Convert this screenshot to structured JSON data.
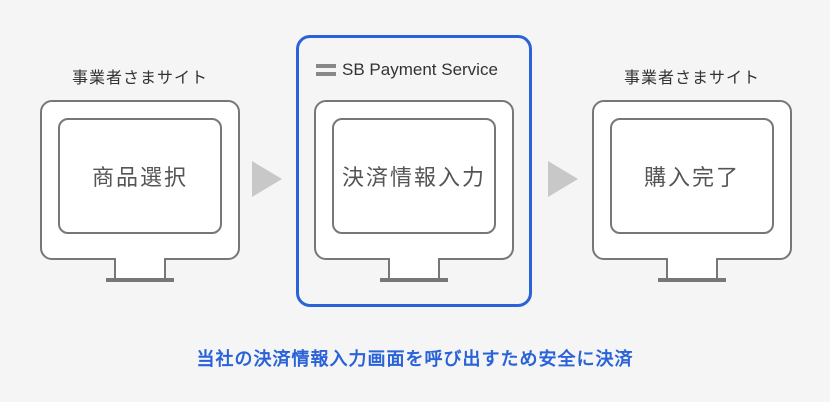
{
  "left": {
    "label": "事業者さまサイト",
    "screen": "商品選択"
  },
  "center": {
    "brand_prefix": "SB",
    "brand_name": "Payment Service",
    "screen": "決済情報入力"
  },
  "right": {
    "label": "事業者さまサイト",
    "screen": "購入完了"
  },
  "caption": "当社の決済情報入力画面を呼び出すため安全に決済",
  "colors": {
    "accent": "#2a63d8",
    "monitor_stroke": "#777777",
    "arrow": "#c8c8c8"
  }
}
